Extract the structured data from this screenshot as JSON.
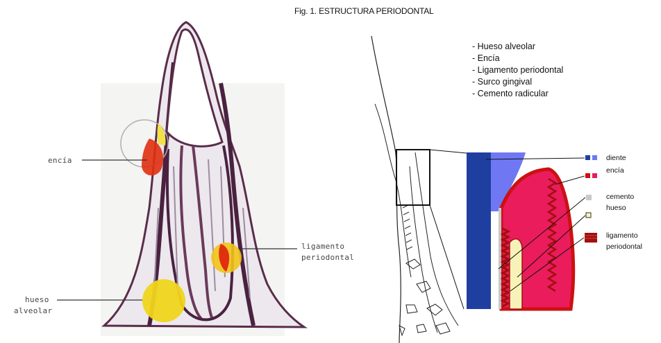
{
  "figure": {
    "title": "Fig. 1. ESTRUCTURA PERIODONTAL"
  },
  "list_items": [
    "- Hueso alveolar",
    "- Encía",
    "- Ligamento periodontal",
    "- Surco gingival",
    "- Cemento radicular"
  ],
  "left_labels": {
    "encia": "encía",
    "ligamento_1": "ligamento",
    "ligamento_2": "periodontal",
    "hueso_1": "hueso",
    "hueso_2": "alveolar"
  },
  "legend": {
    "diente": "diente",
    "encia": "encía",
    "cemento": "cemento",
    "hueso": "hueso",
    "ligamento_1": "ligamento",
    "ligamento_2": "periodontal"
  },
  "colors": {
    "diente": "#1f3fa0",
    "diente_light": "#6f78f2",
    "encia": "#ea1c5c",
    "encia_dark": "#cc1111",
    "cemento": "#c8c8c8",
    "hueso": "#f7f3b8",
    "ligamento": "#a10f0f",
    "highlight_yellow": "#f2d51a",
    "highlight_red": "#d9220f"
  }
}
